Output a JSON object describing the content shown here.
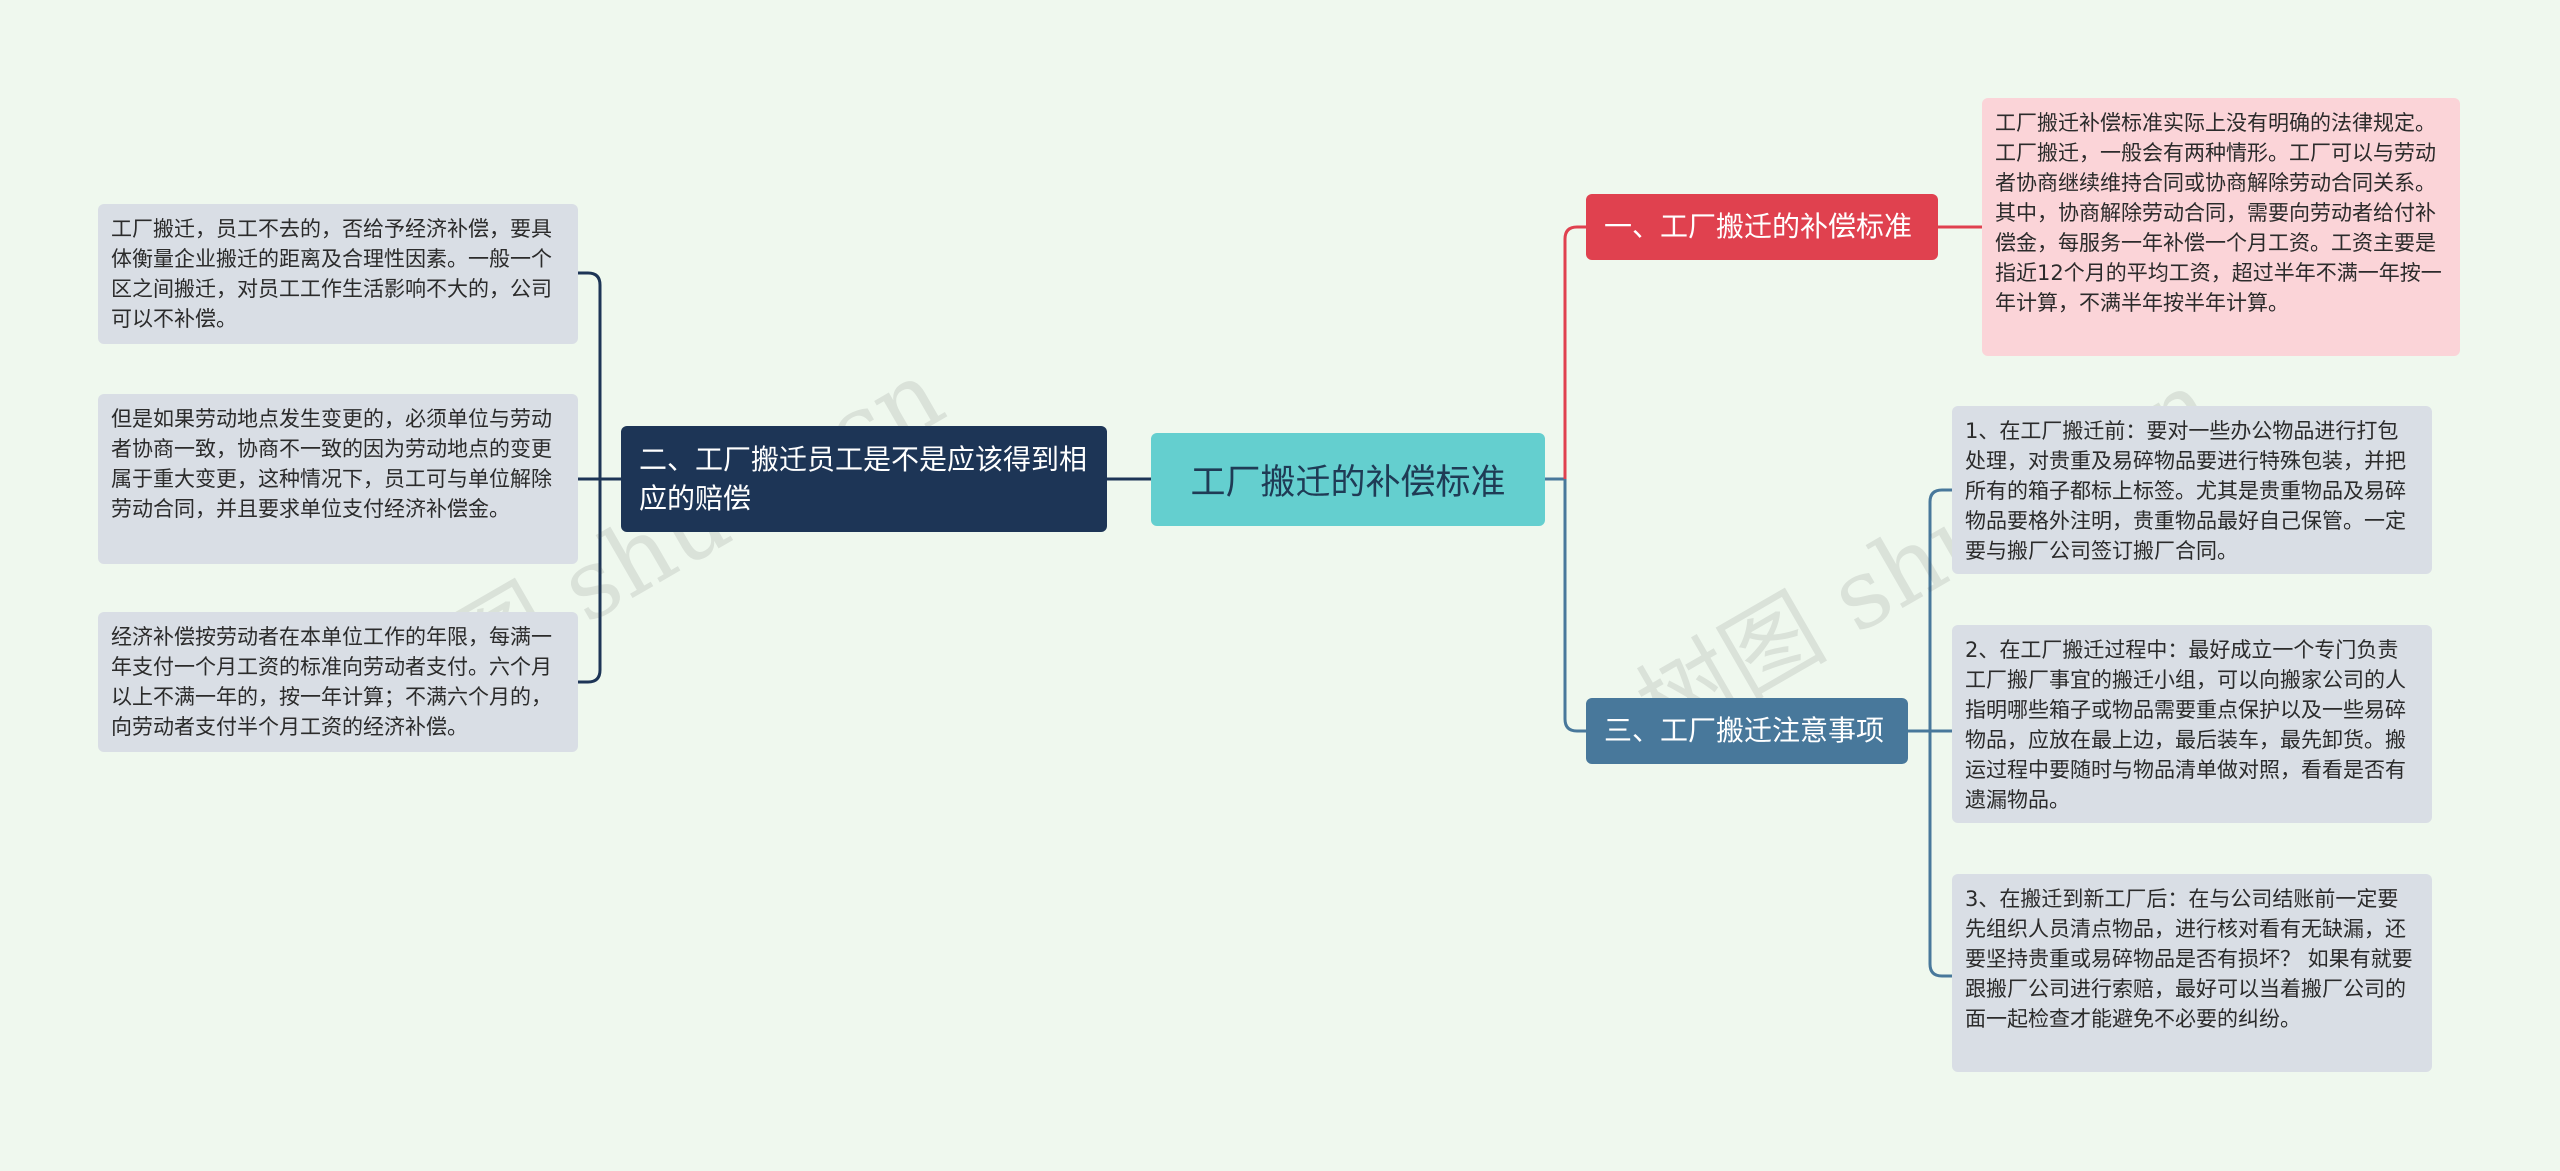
{
  "center": {
    "title": "工厂搬迁的补偿标准"
  },
  "branches": {
    "one": {
      "label": "一、工厂搬迁的补偿标准"
    },
    "two": {
      "label": "二、工厂搬迁员工是不是应该得到相应的赔偿"
    },
    "three": {
      "label": "三、工厂搬迁注意事项"
    }
  },
  "leaves": {
    "one": [
      "工厂搬迁补偿标准实际上没有明确的法律规定。工厂搬迁，一般会有两种情形。工厂可以与劳动者协商继续维持合同或协商解除劳动合同关系。其中，协商解除劳动合同，需要向劳动者给付补偿金，每服务一年补偿一个月工资。工资主要是指近12个月的平均工资，超过半年不满一年按一年计算，不满半年按半年计算。"
    ],
    "two": [
      "工厂搬迁，员工不去的，否给予经济补偿，要具体衡量企业搬迁的距离及合理性因素。一般一个区之间搬迁，对员工工作生活影响不大的，公司可以不补偿。",
      "但是如果劳动地点发生变更的，必须单位与劳动者协商一致，协商不一致的因为劳动地点的变更属于重大变更，这种情况下，员工可与单位解除劳动合同，并且要求单位支付经济补偿金。",
      "经济补偿按劳动者在本单位工作的年限，每满一年支付一个月工资的标准向劳动者支付。六个月以上不满一年的，按一年计算；不满六个月的，向劳动者支付半个月工资的经济补偿。"
    ],
    "three": [
      "1、在工厂搬迁前：要对一些办公物品进行打包处理，对贵重及易碎物品要进行特殊包装，并把所有的箱子都标上标签。尤其是贵重物品及易碎物品要格外注明，贵重物品最好自己保管。一定要与搬厂公司签订搬厂合同。",
      "2、在工厂搬迁过程中：最好成立一个专门负责工厂搬厂事宜的搬迁小组，可以向搬家公司的人指明哪些箱子或物品需要重点保护以及一些易碎物品，应放在最上边，最后装车，最先卸货。搬运过程中要随时与物品清单做对照，看看是否有遗漏物品。",
      "3、在搬迁到新工厂后：在与公司结账前一定要先组织人员清点物品，进行核对看有无缺漏，还要坚持贵重或易碎物品是否有损坏？ 如果有就要跟搬厂公司进行索赔，最好可以当着搬厂公司的面一起检查才能避免不必要的纠纷。"
    ]
  },
  "watermark": {
    "text": "树图 shutu.cn"
  },
  "colors": {
    "background": "#eff8ee",
    "center": "#64cfcf",
    "branch_red": "#e0414f",
    "branch_navy": "#1d3556",
    "branch_steel": "#48789b",
    "leaf_pink": "#fbd4d8",
    "leaf_gray": "#d9dee5"
  }
}
